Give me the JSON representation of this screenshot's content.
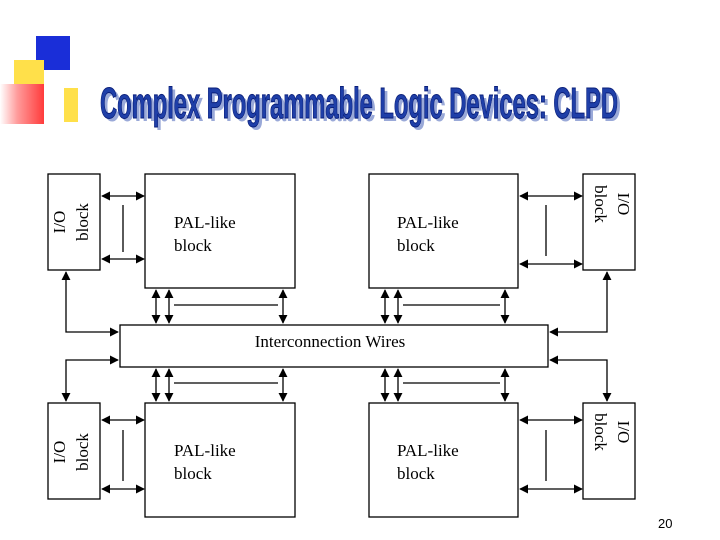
{
  "slide": {
    "title": "Complex Programmable Logic Devices: CLPD",
    "page_number": "20"
  },
  "colors": {
    "title_fill": "#1f3fa8",
    "title_shadow": "#9aa9d8",
    "deco_blue": "#1a2ed8",
    "deco_yellow": "#ffe04a",
    "deco_red": "#ff3b3b"
  },
  "diagram": {
    "pal_label_line1": "PAL-like",
    "pal_label_line2": "block",
    "io_label_line1": "I/O",
    "io_label_line2": "block",
    "interconnect_label": "Interconnection Wires"
  }
}
